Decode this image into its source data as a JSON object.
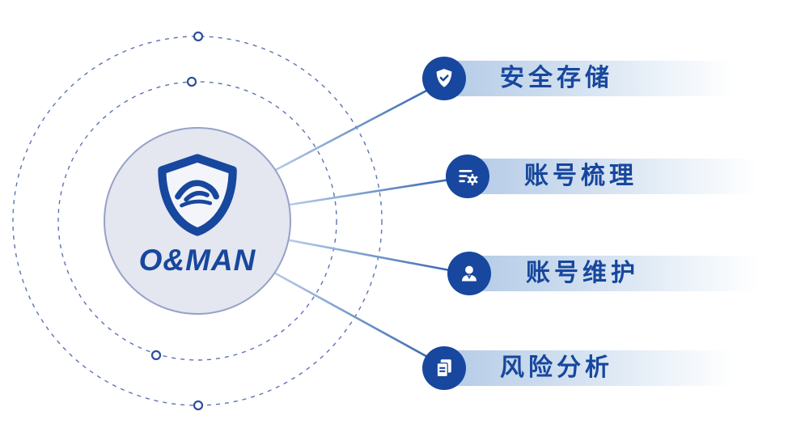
{
  "brand": {
    "name": "O&MAN",
    "logo_icon": "shield-wave-icon"
  },
  "features": [
    {
      "label": "安全存储",
      "icon": "shield-check-icon"
    },
    {
      "label": "账号梳理",
      "icon": "account-list-gear-icon"
    },
    {
      "label": "账号维护",
      "icon": "user-icon"
    },
    {
      "label": "风险分析",
      "icon": "documents-icon"
    }
  ],
  "colors": {
    "primary": "#17479e",
    "icon_background": "#17479e",
    "bar_gradient_start": "#b3cae6",
    "bar_gradient_end": "#ffffff",
    "center_circle_fill": "#e4e6f0",
    "center_circle_border": "#96a2c6",
    "dashed_circle": "#4a63ad",
    "connector_start": "#b6cce8",
    "connector_end": "#2e5fab"
  }
}
